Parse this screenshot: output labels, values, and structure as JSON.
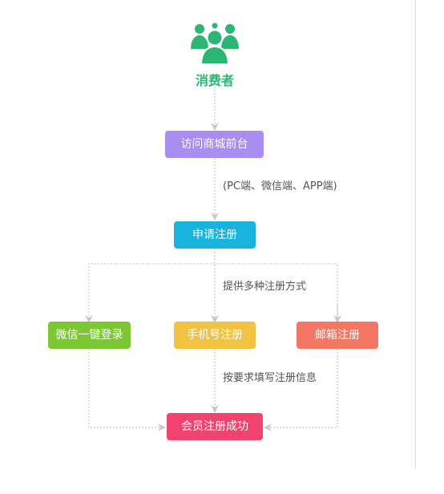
{
  "consumer": {
    "label": "消费者",
    "icon": "users-group-icon"
  },
  "boxes": {
    "visit": {
      "label": "访问商城前台"
    },
    "apply": {
      "label": "申请注册"
    },
    "wechat": {
      "label": "微信一键登录"
    },
    "phone": {
      "label": "手机号注册"
    },
    "email": {
      "label": "邮箱注册"
    },
    "success": {
      "label": "会员注册成功"
    }
  },
  "notes": {
    "channels": "(PC端、微信端、APP端)",
    "methods": "提供多种注册方式",
    "fill": "按要求填写注册信息"
  },
  "colors": {
    "consumer": "#2bb673",
    "visit": "#a88ef2",
    "apply": "#1ab3dd",
    "wechat": "#7cc832",
    "phone": "#f2c243",
    "email": "#f47763",
    "success": "#f2436e",
    "connector": "#bbbbbb"
  }
}
